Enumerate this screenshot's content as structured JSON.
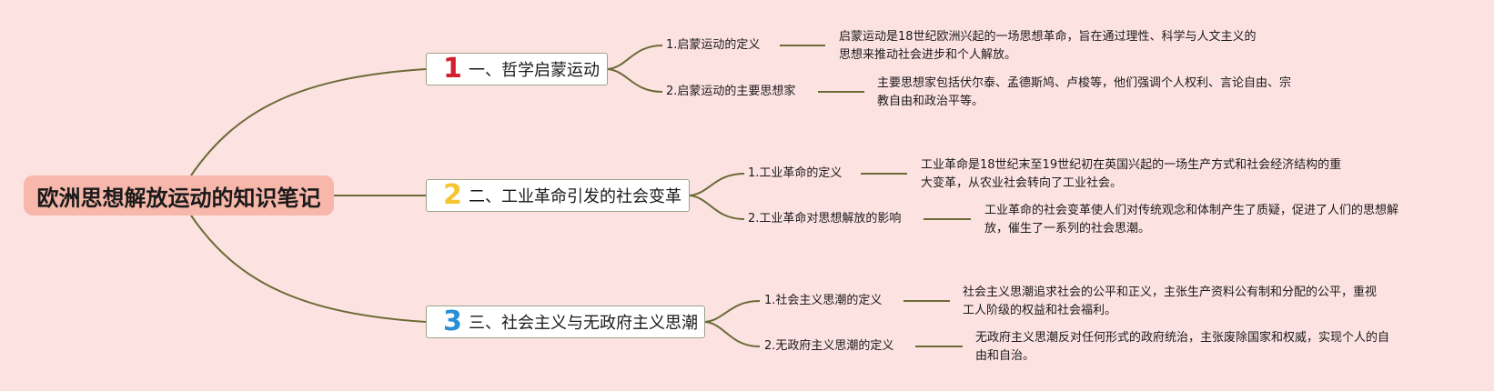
{
  "root": {
    "title": "欧洲思想解放运动的知识笔记"
  },
  "branches": [
    {
      "number": "1",
      "number_color": "#d11f2e",
      "label": "一、哲学启蒙运动",
      "leaves": [
        {
          "label": "1.启蒙运动的定义",
          "desc": "启蒙运动是18世纪欧洲兴起的一场思想革命，旨在通过理性、科学与人文主义的\n思想来推动社会进步和个人解放。"
        },
        {
          "label": "2.启蒙运动的主要思想家",
          "desc": "主要思想家包括伏尔泰、孟德斯鸠、卢梭等，他们强调个人权利、言论自由、宗\n教自由和政治平等。"
        }
      ]
    },
    {
      "number": "2",
      "number_color": "#f4c431",
      "label": "二、工业革命引发的社会变革",
      "leaves": [
        {
          "label": "1.工业革命的定义",
          "desc": "工业革命是18世纪末至19世纪初在英国兴起的一场生产方式和社会经济结构的重\n大变革，从农业社会转向了工业社会。"
        },
        {
          "label": "2.工业革命对思想解放的影响",
          "desc": "工业革命的社会变革使人们对传统观念和体制产生了质疑，促进了人们的思想解\n放，催生了一系列的社会思潮。"
        }
      ]
    },
    {
      "number": "3",
      "number_color": "#2b8fd6",
      "label": "三、社会主义与无政府主义思潮",
      "leaves": [
        {
          "label": "1.社会主义思潮的定义",
          "desc": "社会主义思潮追求社会的公平和正义，主张生产资料公有制和分配的公平，重视\n工人阶级的权益和社会福利。"
        },
        {
          "label": "2.无政府主义思潮的定义",
          "desc": "无政府主义思潮反对任何形式的政府统治，主张废除国家和权威，实现个人的自\n由和自治。"
        }
      ]
    }
  ],
  "colors": {
    "background": "#fde2e2",
    "root_fill": "#f7b7ab",
    "connector": "#6b6b35"
  }
}
